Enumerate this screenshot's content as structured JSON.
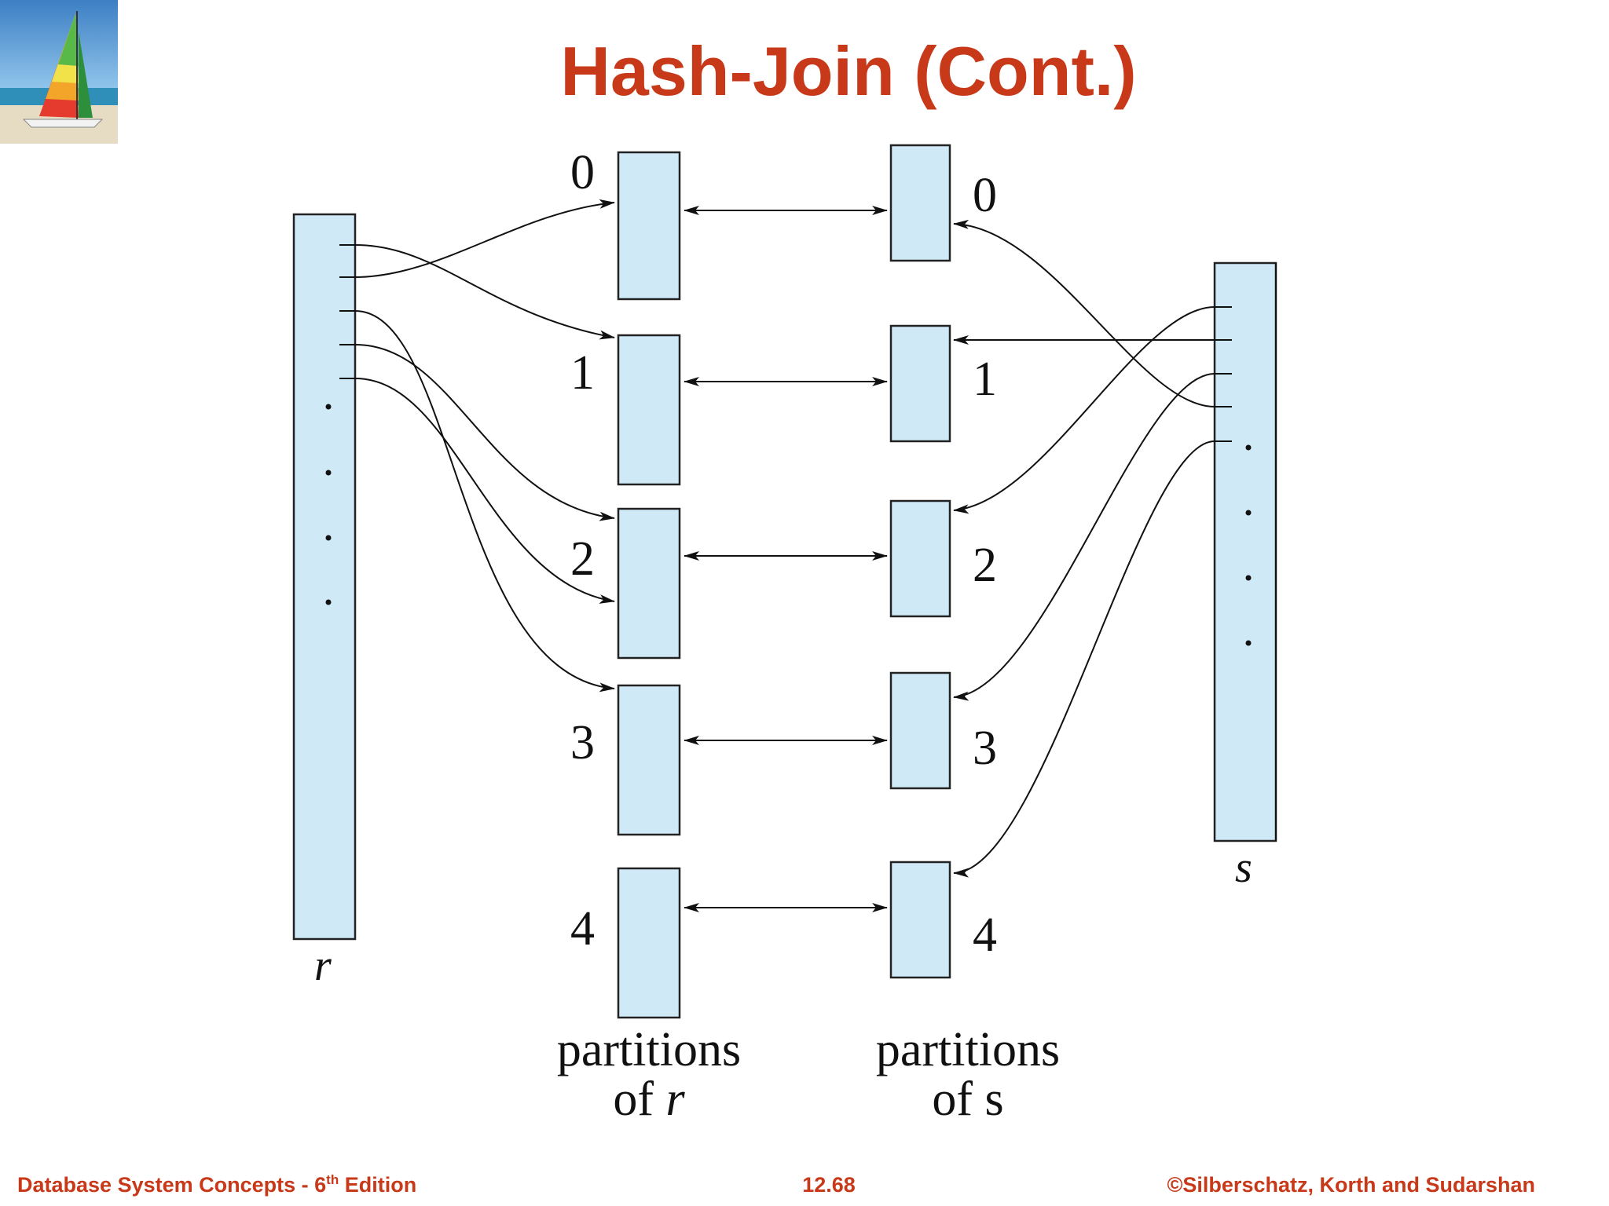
{
  "slide": {
    "title": "Hash-Join (Cont.)"
  },
  "diagram": {
    "partition_numbers_r": [
      "0",
      "1",
      "2",
      "3",
      "4"
    ],
    "partition_numbers_s": [
      "0",
      "1",
      "2",
      "3",
      "4"
    ],
    "relation_r": "r",
    "relation_s": "s",
    "caption_r": {
      "line1": "partitions",
      "line2_prefix": "of ",
      "line2_var": "r"
    },
    "caption_s": {
      "line1": "partitions",
      "line2": "of s"
    }
  },
  "footer": {
    "left_main": "Database System Concepts - 6",
    "left_sup": "th",
    "left_cont": " Edition",
    "center": "12.68",
    "right": "©Silberschatz, Korth and Sudarshan"
  },
  "colors": {
    "title": "#c8391a",
    "box_fill": "#cfe9f7"
  }
}
